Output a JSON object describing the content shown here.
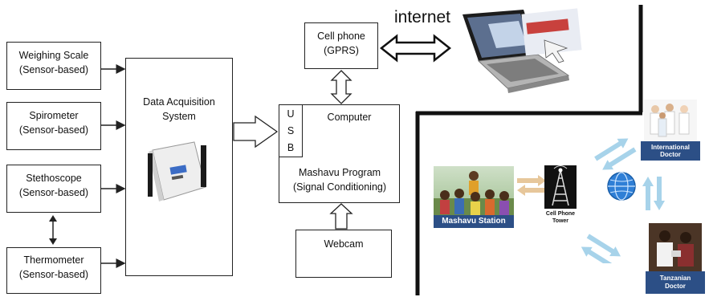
{
  "sensors": [
    {
      "name": "Weighing Scale",
      "type": "(Sensor-based)"
    },
    {
      "name": "Spirometer",
      "type": "(Sensor-based)"
    },
    {
      "name": "Stethoscope",
      "type": "(Sensor-based)"
    },
    {
      "name": "Thermometer",
      "type": "(Sensor-based)"
    }
  ],
  "daq": {
    "line1": "Data Acquisition",
    "line2": "System"
  },
  "cellphone": {
    "line1": "Cell phone",
    "line2": "(GPRS)"
  },
  "internet_label": "internet",
  "computer": {
    "usb_letters": [
      "U",
      "S",
      "B"
    ],
    "title": "Computer",
    "program_line1": "Mashavu Program",
    "program_line2": "(Signal Conditioning)"
  },
  "webcam": "Webcam",
  "network": {
    "station": "Mashavu Station",
    "tower_line1": "Cell Phone",
    "tower_line2": "Tower",
    "intl_line1": "International",
    "intl_line2": "Doctor",
    "tz_line1": "Tanzanian",
    "tz_line2": "Doctor"
  },
  "colors": {
    "line": "#222222",
    "badge_blue": "#2c4f86",
    "arrow_light_blue": "#a7d3ea",
    "arrow_tan": "#e7c79b",
    "globe": "#2f7fd6"
  }
}
